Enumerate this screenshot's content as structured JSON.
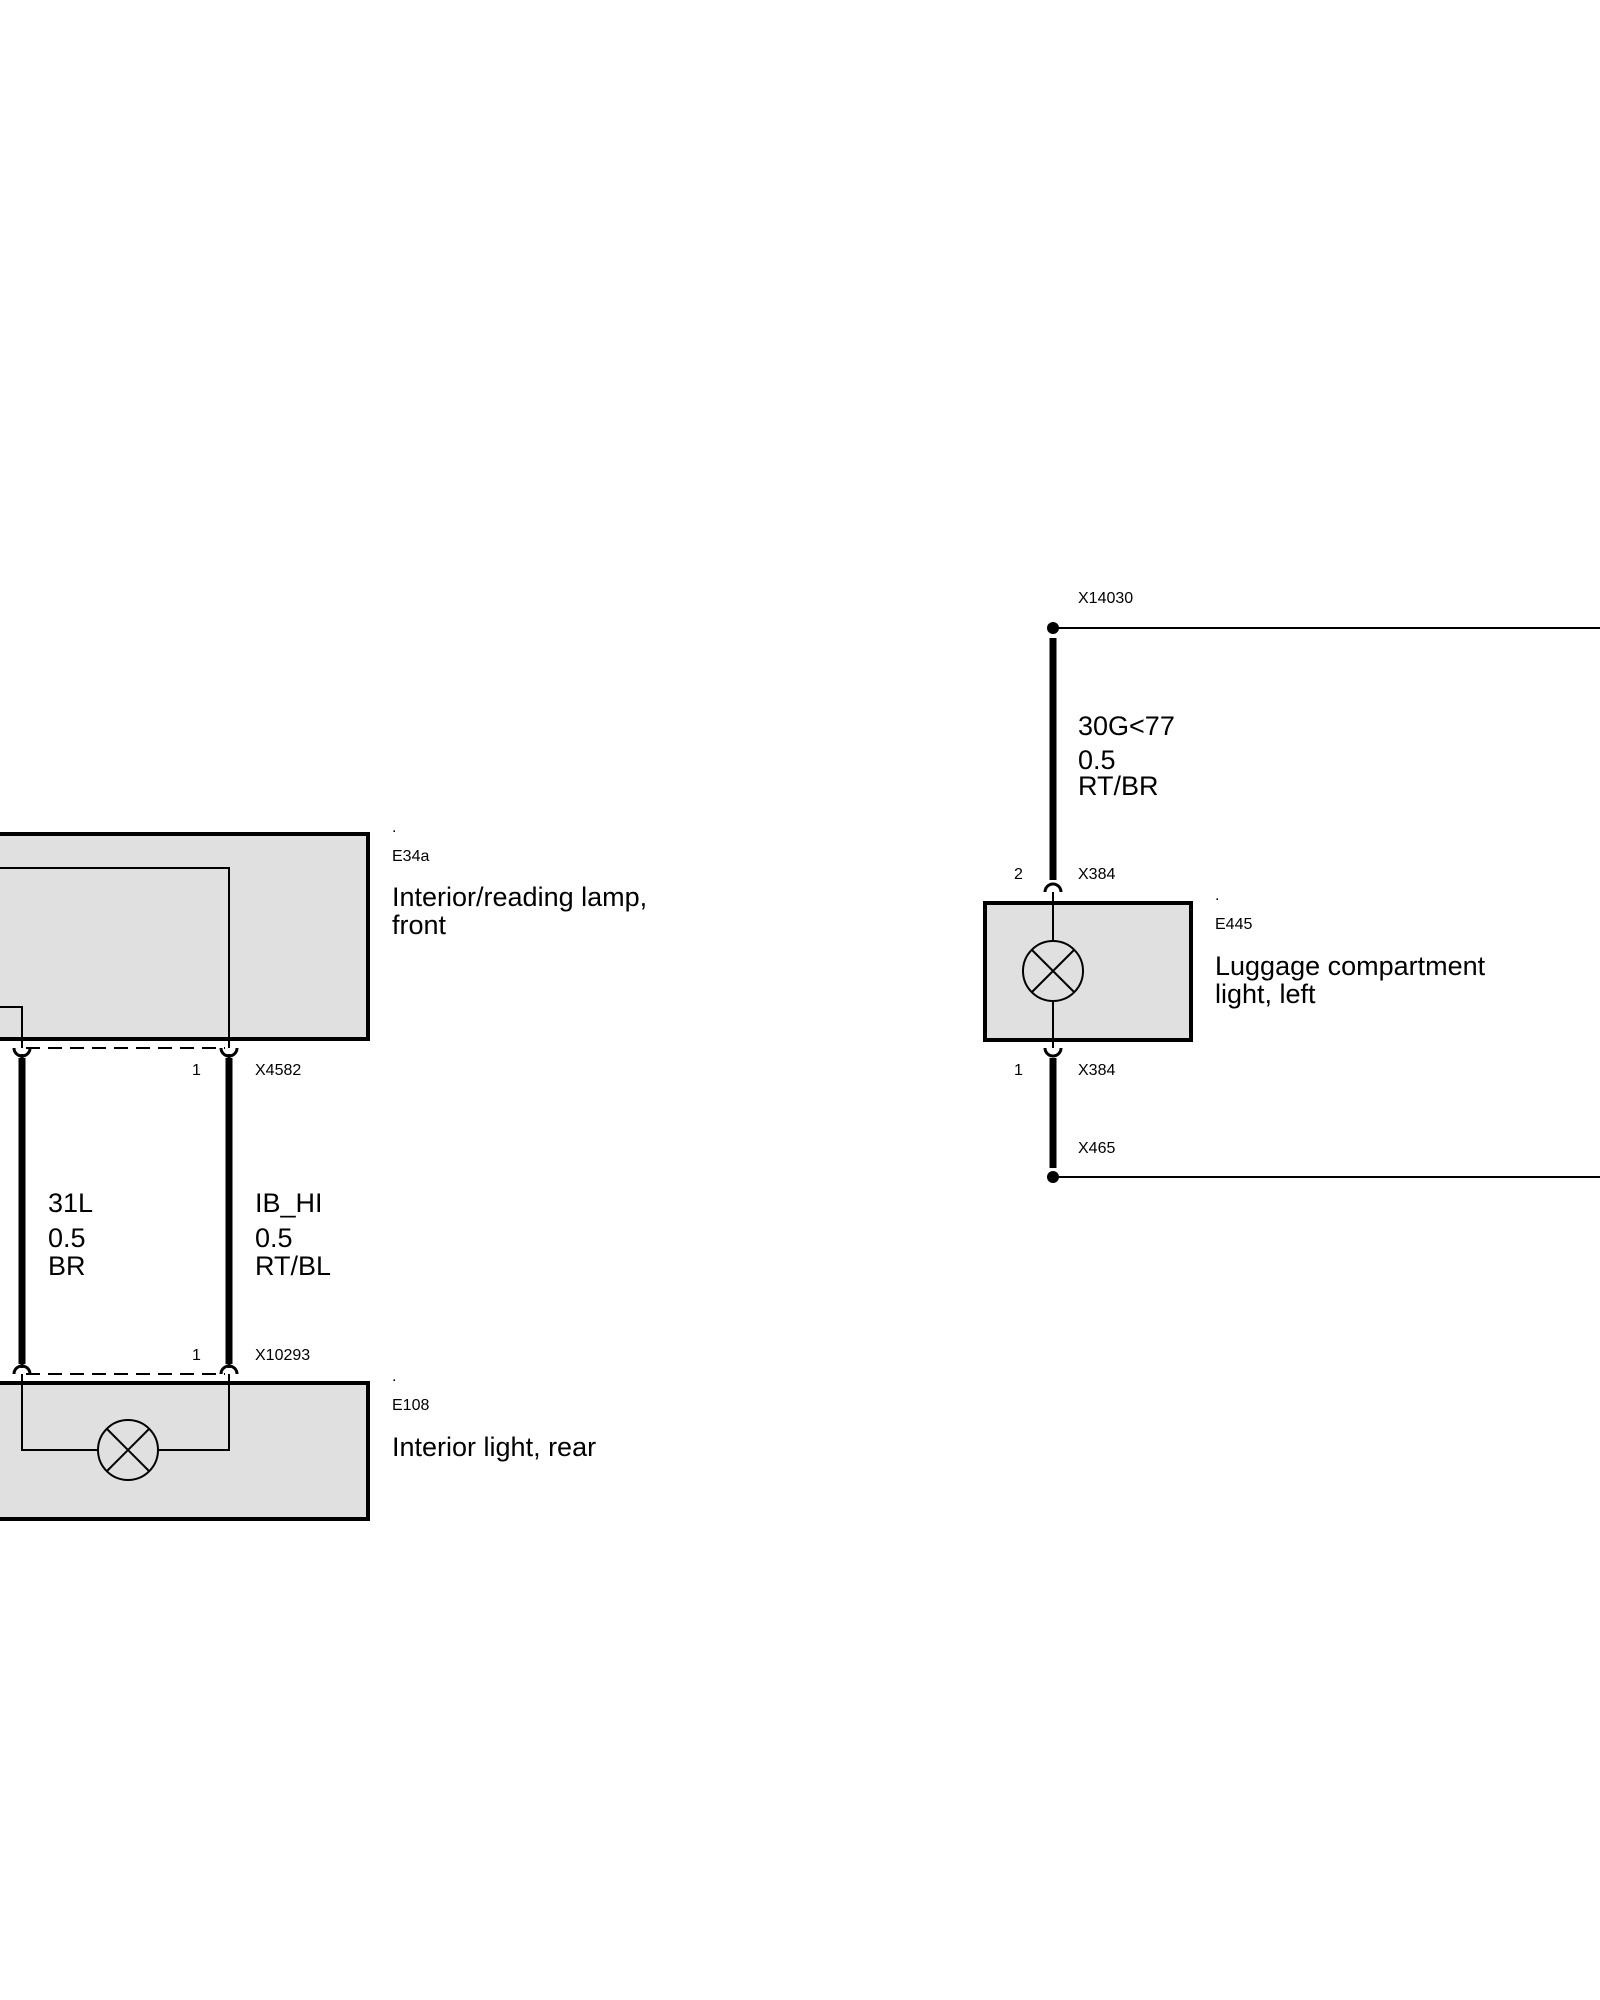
{
  "components": {
    "e34a": {
      "dot": ".",
      "id": "E34a",
      "description_line1": "Interior/reading lamp,",
      "description_line2": "front"
    },
    "e108": {
      "dot": ".",
      "id": "E108",
      "description": "Interior light, rear"
    },
    "e445": {
      "dot": ".",
      "id": "E445",
      "description_line1": "Luggage compartment",
      "description_line2": "light, left"
    }
  },
  "connectors": {
    "x4582": {
      "name": "X4582",
      "pin": "1"
    },
    "x10293": {
      "name": "X10293",
      "pin": "1"
    },
    "x384_top": {
      "name": "X384",
      "pin": "2"
    },
    "x384_bottom": {
      "name": "X384",
      "pin": "1"
    },
    "x14030": {
      "name": "X14030"
    },
    "x465": {
      "name": "X465"
    }
  },
  "wires": {
    "w31l": {
      "signal": "31L",
      "cross_section": "0.5",
      "color": "BR"
    },
    "wibhi": {
      "signal": "IB_HI",
      "cross_section": "0.5",
      "color": "RT/BL"
    },
    "w30g": {
      "signal": "30G<77",
      "cross_section": "0.5",
      "color": "RT/BR"
    }
  },
  "colors": {
    "component_fill": "#e0e0e0",
    "line": "#000000",
    "background": "#ffffff"
  }
}
